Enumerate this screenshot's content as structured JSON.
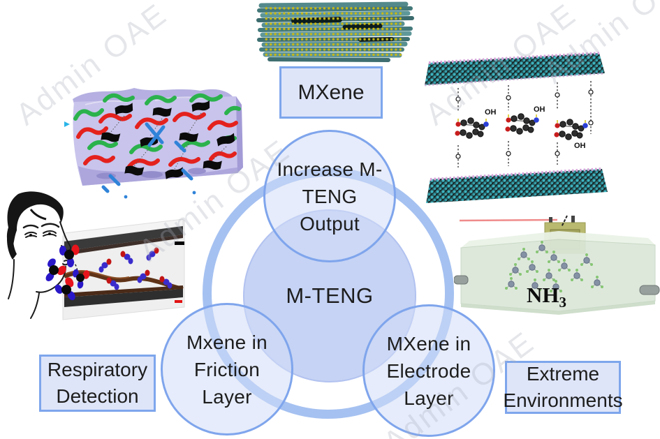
{
  "watermark": {
    "text": "Admin OAE"
  },
  "venn": {
    "center": "M-TENG",
    "top": {
      "lines": [
        "Increase M-",
        "TENG",
        "Output"
      ]
    },
    "left": {
      "lines": [
        "Mxene in",
        "Friction",
        "Layer"
      ]
    },
    "right": {
      "lines": [
        "MXene in",
        "Electrode",
        "Layer"
      ]
    }
  },
  "labels": {
    "mxene": {
      "text": "MXene"
    },
    "respiratory": {
      "lines": [
        "Respiratory",
        "Detection"
      ]
    },
    "extreme": {
      "lines": [
        "Extreme",
        "Environments"
      ]
    }
  },
  "illustrations": {
    "interlayer": {
      "oh": "OH"
    },
    "nh3": {
      "formula": "NH",
      "subscript": "3"
    }
  },
  "colors": {
    "ring": "#a5c1f1",
    "circle_border": "#7fa5ec",
    "satellite_fill": "#e6ecfb",
    "center_fill": "#c6d3f4",
    "box_fill": "#dee5f9",
    "box_border": "#7ea6ec",
    "text": "#1d1d1d",
    "mxene_teal": "#4d8183",
    "dot_yellow": "#c9b915",
    "chain_red": "#e4211d",
    "chain_green": "#2bb24c",
    "dash_blue": "#2f83d8",
    "chamber_green": "#dbe7d8",
    "red_wire": "#f08b8b"
  }
}
